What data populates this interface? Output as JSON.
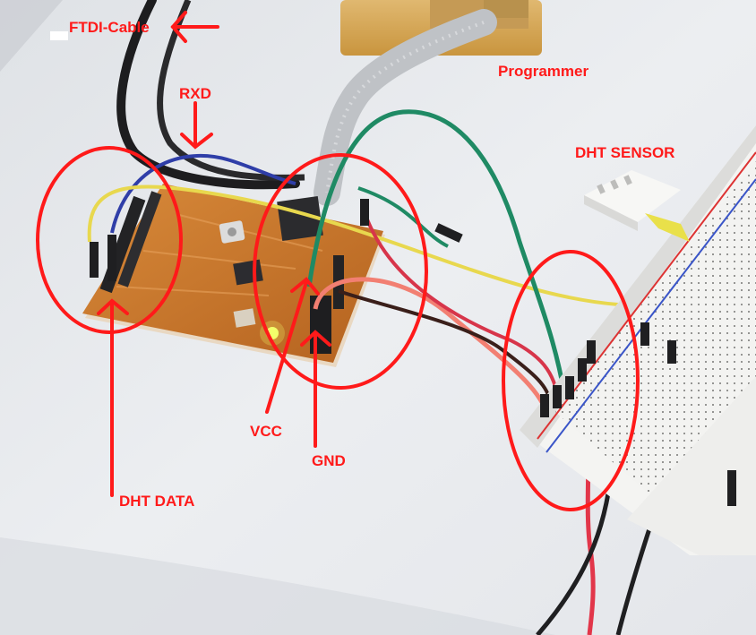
{
  "annotation_color": "#ff1a1a",
  "labels": {
    "ftdi_cable": "FTDI-Cable",
    "programmer": "Programmer",
    "rxd": "RXD",
    "dht_sensor": "DHT SENSOR",
    "vcc": "VCC",
    "gnd": "GND",
    "dht_data": "DHT DATA"
  }
}
